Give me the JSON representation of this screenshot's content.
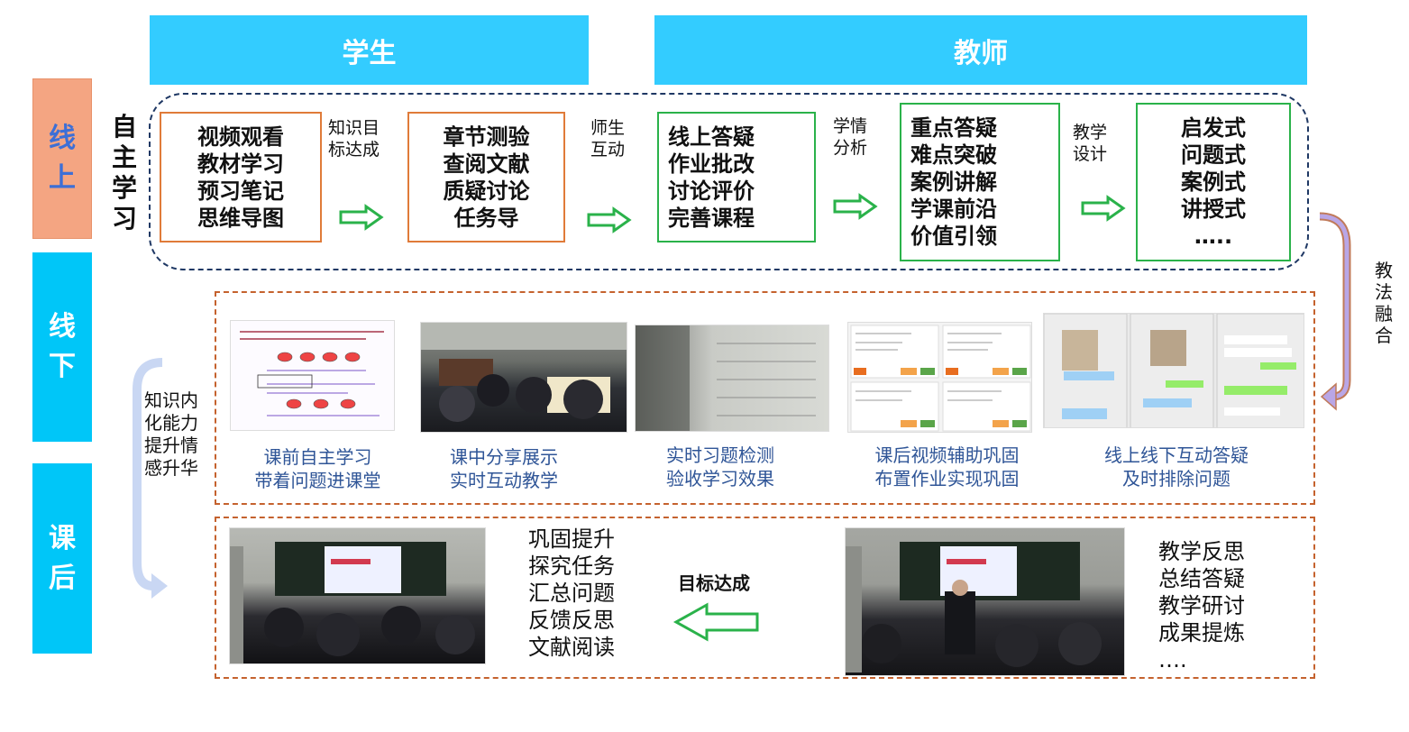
{
  "headers": {
    "student": "学生",
    "teacher": "教师"
  },
  "sections": {
    "online": [
      "线",
      "上"
    ],
    "offline": [
      "线",
      "下"
    ],
    "after": [
      "课",
      "后"
    ]
  },
  "self_study": [
    "自",
    "主",
    "学",
    "习"
  ],
  "online_boxes": [
    [
      "视频观看",
      "教材学习",
      "预习笔记",
      "思维导图"
    ],
    [
      "章节测验",
      "查阅文献",
      "质疑讨论",
      "任务导"
    ],
    [
      "线上答疑",
      "作业批改",
      "讨论评价",
      "完善课程"
    ],
    [
      "重点答疑",
      "难点突破",
      "案例讲解",
      "学课前沿",
      "价值引领"
    ],
    [
      "启发式",
      "问题式",
      "案例式",
      "讲授式",
      "….."
    ]
  ],
  "arrow_labels": [
    [
      "知识目",
      "标达成"
    ],
    [
      "师生",
      "互动"
    ],
    [
      "学情",
      "分析"
    ],
    [
      "教学",
      "设计"
    ]
  ],
  "fusion_label": [
    "教",
    "法",
    "融",
    "合"
  ],
  "internalize_label": [
    "知识内",
    "化能力",
    "提升情",
    "感升华"
  ],
  "offline_captions": [
    [
      "课前自主学习",
      "带着问题进课堂"
    ],
    [
      "课中分享展示",
      "实时互动教学"
    ],
    [
      "实时习题检测",
      "验收学习效果"
    ],
    [
      "课后视频辅助巩固",
      "布置作业实现巩固"
    ],
    [
      "线上线下互动答疑",
      "及时排除问题"
    ]
  ],
  "after_left_list": [
    "巩固提升",
    "探究任务",
    "汇总问题",
    "反馈反思",
    "文献阅读"
  ],
  "after_right_list": [
    "教学反思",
    "总结答疑",
    "教学研讨",
    "成果提炼",
    "…."
  ],
  "goal_label": "目标达成",
  "colors": {
    "header_blue": "#33ccff",
    "online_orange": "#f4a582",
    "orange_border": "#e07b39",
    "green_border": "#2ab24a",
    "dashed_navy": "#1f3864",
    "caption_blue": "#2f5597"
  }
}
